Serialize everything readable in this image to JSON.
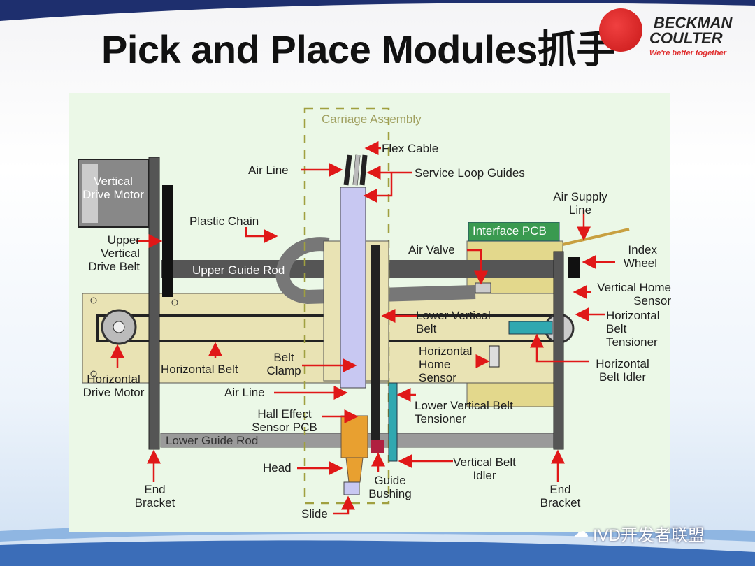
{
  "title": "Pick and Place Modules抓手",
  "logo": {
    "line1": "BECKMAN",
    "line2": "COULTER",
    "tagline": "We're better together"
  },
  "watermark": "IVD开发者联盟",
  "diagram": {
    "carriage_assembly": "Carriage Assembly",
    "flex_cable": "Flex Cable",
    "air_line_top": "Air Line",
    "service_loop_guides": "Service Loop Guides",
    "air_supply_line": "Air Supply Line",
    "vertical_drive_motor": "Vertical Drive Motor",
    "plastic_chain": "Plastic Chain",
    "interface_pcb": "Interface PCB",
    "upper_vertical_drive_belt": "Upper Vertical Drive Belt",
    "air_valve": "Air Valve",
    "index_wheel": "Index Wheel",
    "upper_guide_rod": "Upper Guide Rod",
    "vertical_home_sensor": "Vertical Home Sensor",
    "lower_vertical_belt": "Lower Vertical Belt",
    "horizontal_belt_tensioner": "Horizontal Belt Tensioner",
    "horizontal_belt": "Horizontal Belt",
    "belt_clamp": "Belt Clamp",
    "horizontal_home_sensor": "Horizontal Home Sensor",
    "horizontal_belt_idler": "Horizontal Belt Idler",
    "horizontal_drive_motor": "Horizontal Drive Motor",
    "air_line_bottom": "Air Line",
    "lower_vertical_belt_tensioner": "Lower Vertical Belt Tensioner",
    "hall_effect_sensor_pcb": "Hall Effect Sensor PCB",
    "lower_guide_rod": "Lower Guide Rod",
    "head": "Head",
    "vertical_belt_idler": "Vertical Belt Idler",
    "guide_bushing": "Guide Bushing",
    "end_bracket_left": "End Bracket",
    "end_bracket_right": "End Bracket",
    "slide": "Slide"
  },
  "colors": {
    "arrow": "#e01818",
    "panel": "#ebf8e7",
    "pcb": "#3a9a50"
  }
}
